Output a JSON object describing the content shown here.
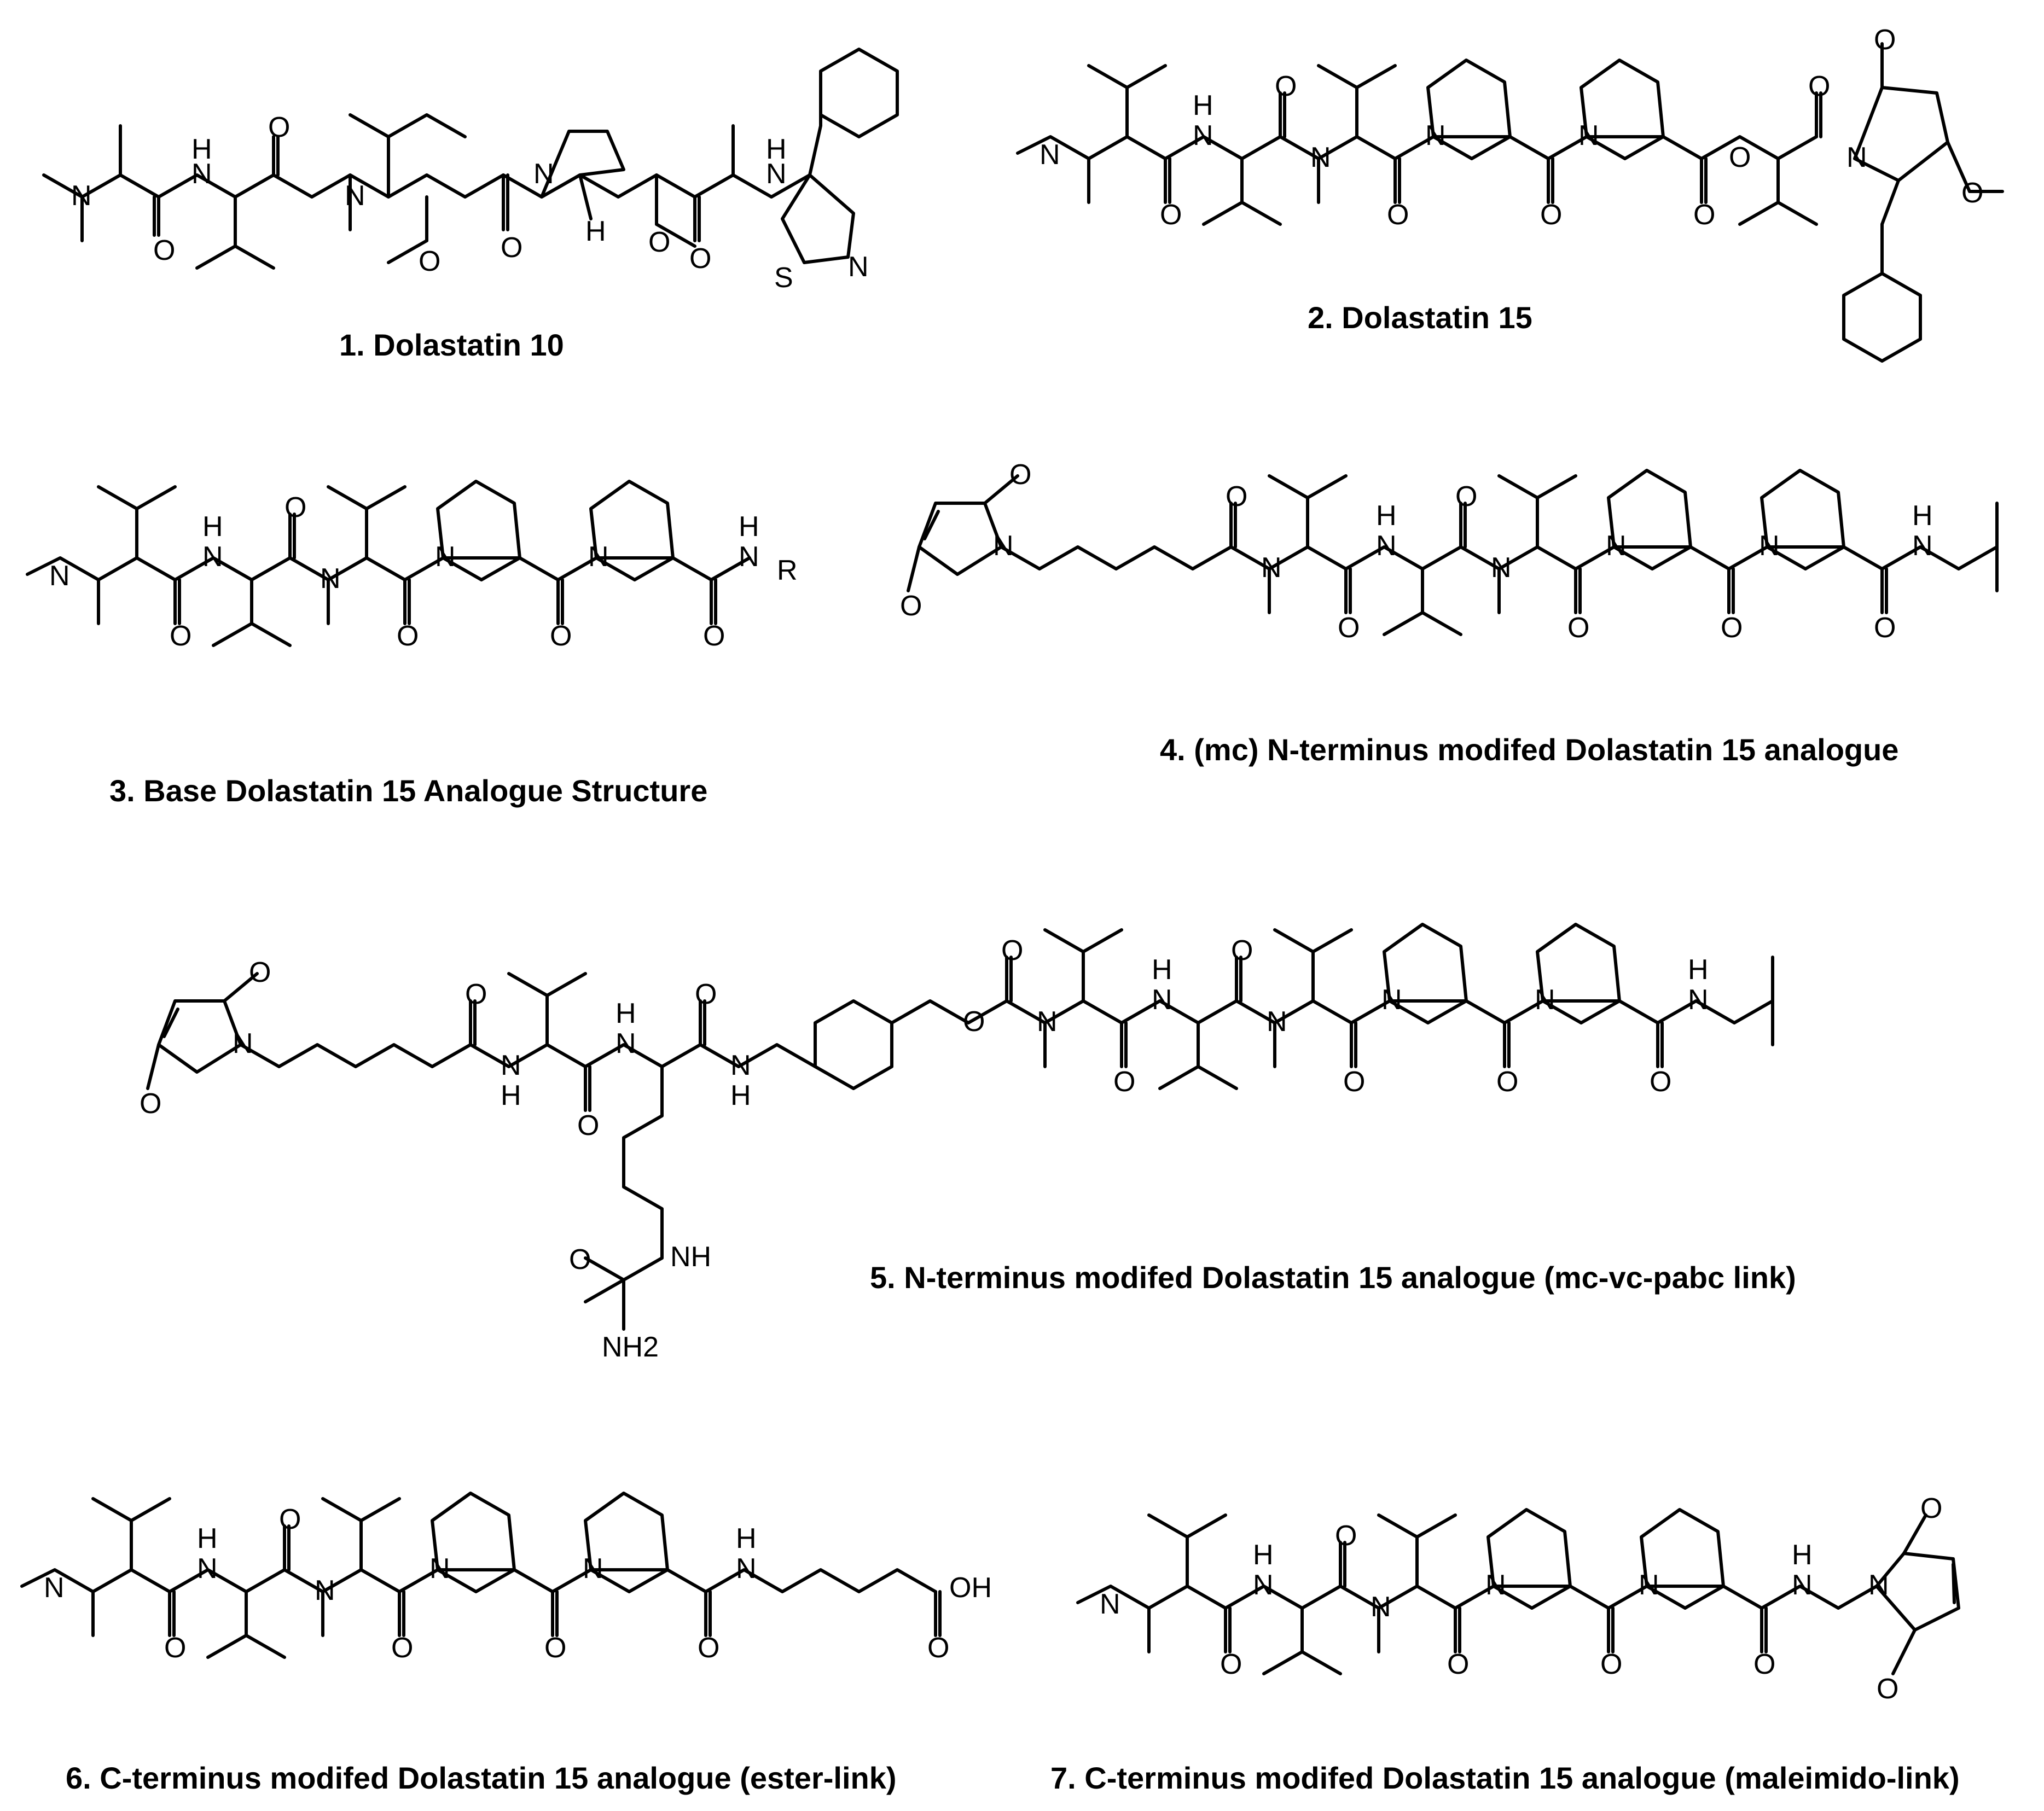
{
  "captions": {
    "c1": "1. Dolastatin 10",
    "c2": "2. Dolastatin 15",
    "c3": "3. Base Dolastatin 15 Analogue Structure",
    "c4": "4. (mc) N-terminus modifed Dolastatin 15 analogue",
    "c5": "5. N-terminus modifed Dolastatin 15 analogue (mc-vc-pabc link)",
    "c6": "6. C-terminus modifed Dolastatin 15 analogue (ester-link)",
    "c7": "7. C-terminus modifed Dolastatin 15 analogue (maleimido-link)"
  },
  "atoms": {
    "N": "N",
    "H": "H",
    "O": "O",
    "S": "S",
    "R": "R",
    "OH": "OH",
    "NH": "NH",
    "NH2": "NH2"
  }
}
